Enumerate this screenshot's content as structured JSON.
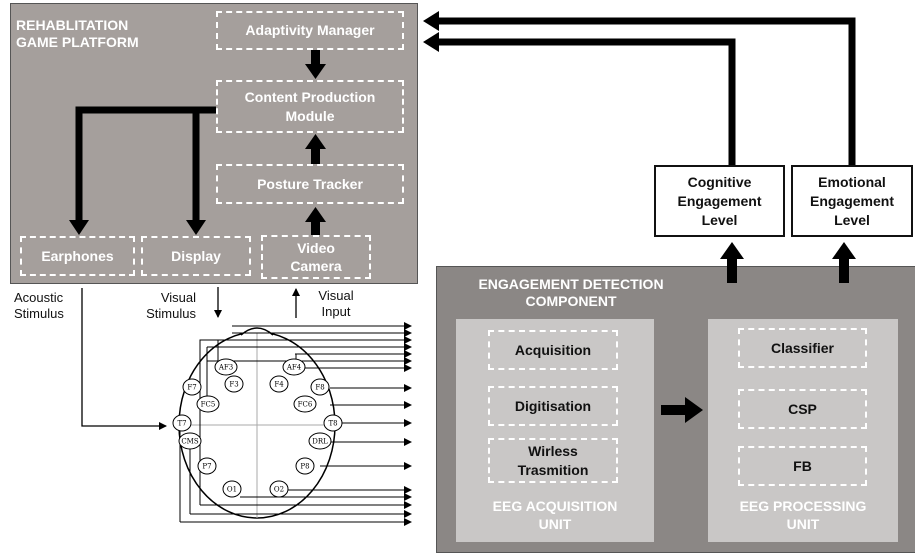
{
  "platform": {
    "title_line1": "REHABLITATION",
    "title_line2": "GAME PLATFORM",
    "adaptivity_manager": "Adaptivity Manager",
    "content_production_line1": "Content Production",
    "content_production_line2": "Module",
    "posture_tracker": "Posture Tracker",
    "earphones": "Earphones",
    "display": "Display",
    "video_camera_line1": "Video",
    "video_camera_line2": "Camera"
  },
  "labels": {
    "acoustic_line1": "Acoustic",
    "acoustic_line2": "Stimulus",
    "visual_stimulus_line1": "Visual",
    "visual_stimulus_line2": "Stimulus",
    "visual_input_line1": "Visual",
    "visual_input_line2": "Input"
  },
  "engagement": {
    "cognitive_line1": "Cognitive",
    "cognitive_line2": "Engagement",
    "cognitive_line3": "Level",
    "emotional_line1": "Emotional",
    "emotional_line2": "Engagement",
    "emotional_line3": "Level"
  },
  "detection": {
    "title_line1": "ENGAGEMENT DETECTION",
    "title_line2": "COMPONENT",
    "acquisition": "Acquisition",
    "digitisation": "Digitisation",
    "wireless_line1": "Wirless",
    "wireless_line2": "Trasmition",
    "acq_unit_line1": "EEG ACQUISITION",
    "acq_unit_line2": "UNIT",
    "classifier": "Classifier",
    "csp": "CSP",
    "fb": "FB",
    "proc_unit_line1": "EEG PROCESSING",
    "proc_unit_line2": "UNIT"
  },
  "electrodes": [
    "AF3",
    "AF4",
    "F7",
    "F3",
    "F4",
    "F8",
    "FC5",
    "FC6",
    "T7",
    "T8",
    "CMS",
    "DRL",
    "P7",
    "P8",
    "O1",
    "O2"
  ],
  "colors": {
    "platform_bg": "#a59f9c",
    "detection_bg": "#8b8785",
    "unit_bg": "#c9c7c6",
    "arrow": "#000000"
  }
}
